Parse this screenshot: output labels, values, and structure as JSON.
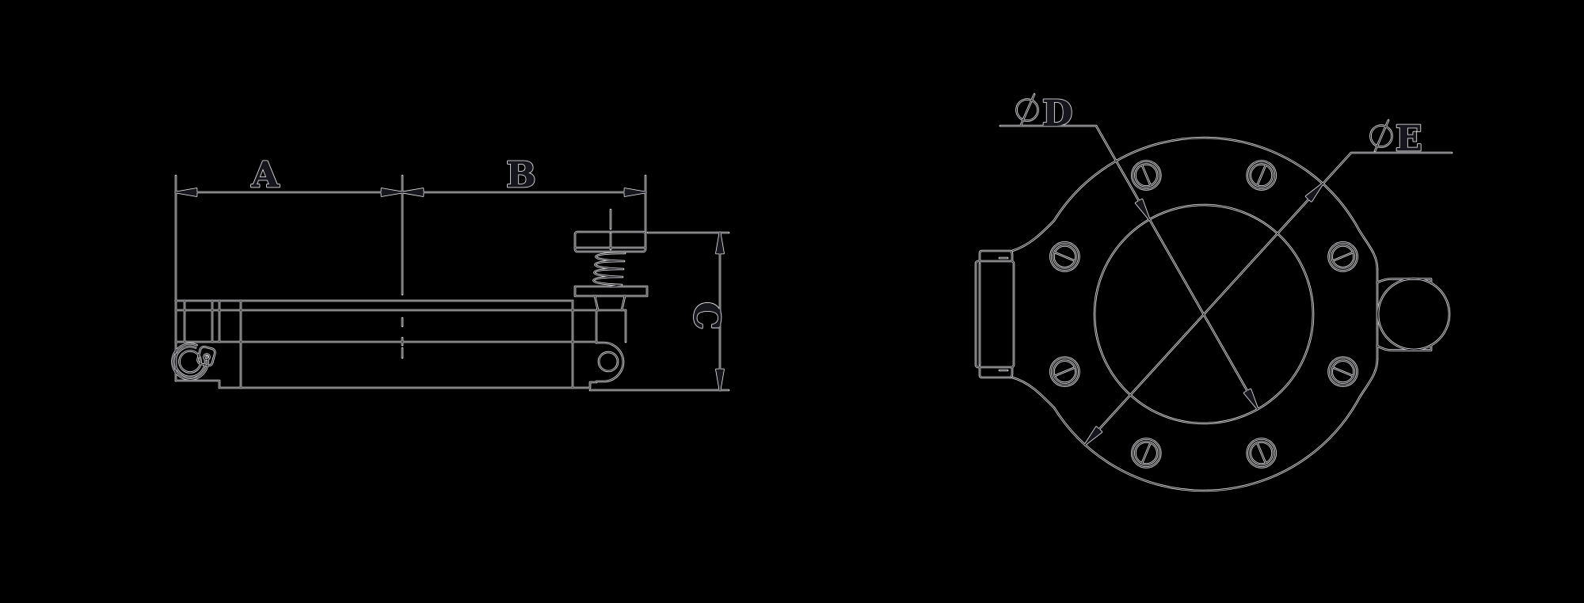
{
  "drawing": {
    "type": "technical-drawing",
    "background_color": "#000000",
    "stroke_halo_color": "#f5f5f5",
    "stroke_core_color": "#16161e",
    "views": {
      "side_view": {
        "description": "clamp side view",
        "dimension_labels": [
          "A",
          "B",
          "C"
        ]
      },
      "front_view": {
        "description": "clamp flange front view",
        "dimension_labels": [
          "ØD",
          "ØE"
        ],
        "diameter_prefix": "Ø",
        "screw_count": 8
      }
    }
  },
  "labels": {
    "a": "A",
    "b": "B",
    "c": "C",
    "d": "D",
    "e": "E"
  }
}
